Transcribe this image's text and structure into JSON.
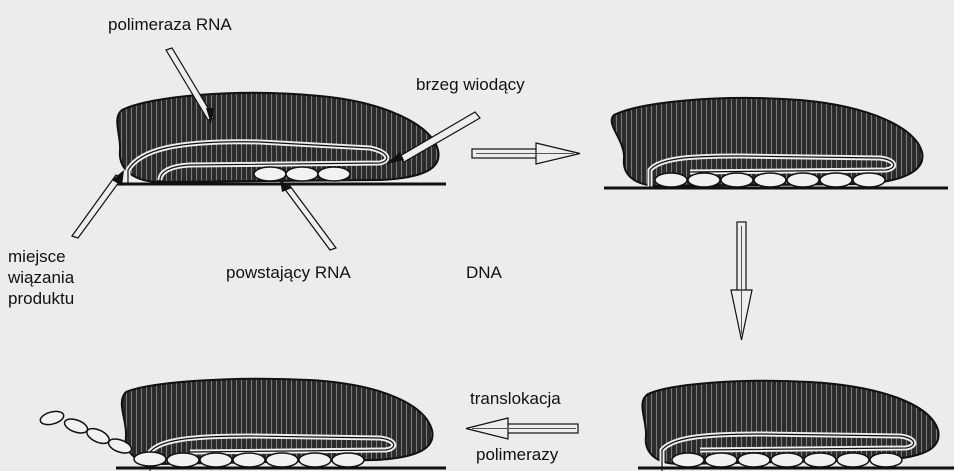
{
  "labels": {
    "polimeraza": "polimeraza RNA",
    "brzeg": "brzeg wiodący",
    "miejsce": [
      "miejsce",
      "wiązania",
      "produktu"
    ],
    "powstajacy": "powstający RNA",
    "dna": "DNA",
    "translokacja": "translokacja",
    "polimerazy": "polimerazy"
  },
  "colors": {
    "background": "#ececec",
    "ink": "#111111",
    "polymerase_fill": "#2b2b2b",
    "rna_fill": "#f2f2f2"
  }
}
